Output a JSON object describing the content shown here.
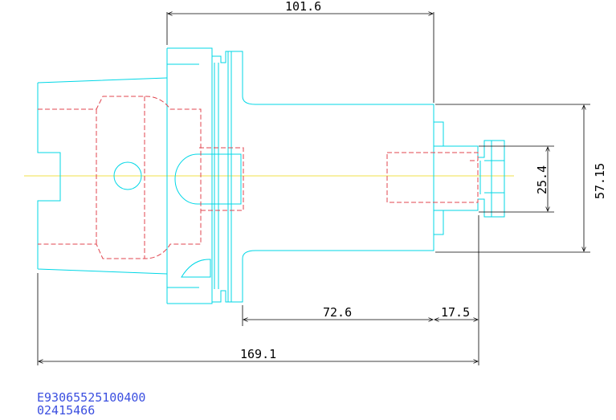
{
  "dimensions": {
    "top_length": "101.6",
    "shank_diameter": "57.15",
    "bore_diameter": "25.4",
    "body_length": "72.6",
    "pilot_length": "17.5",
    "overall_length": "169.1"
  },
  "part_info": {
    "part_number": "E93065525100400",
    "order_number": "02415466"
  },
  "colors": {
    "outline": "#00d7e6",
    "hidden_lines": "#e0454f",
    "center_line": "#f2e24a",
    "dimension_lines": "#000000",
    "part_text": "#3b4fe0"
  }
}
